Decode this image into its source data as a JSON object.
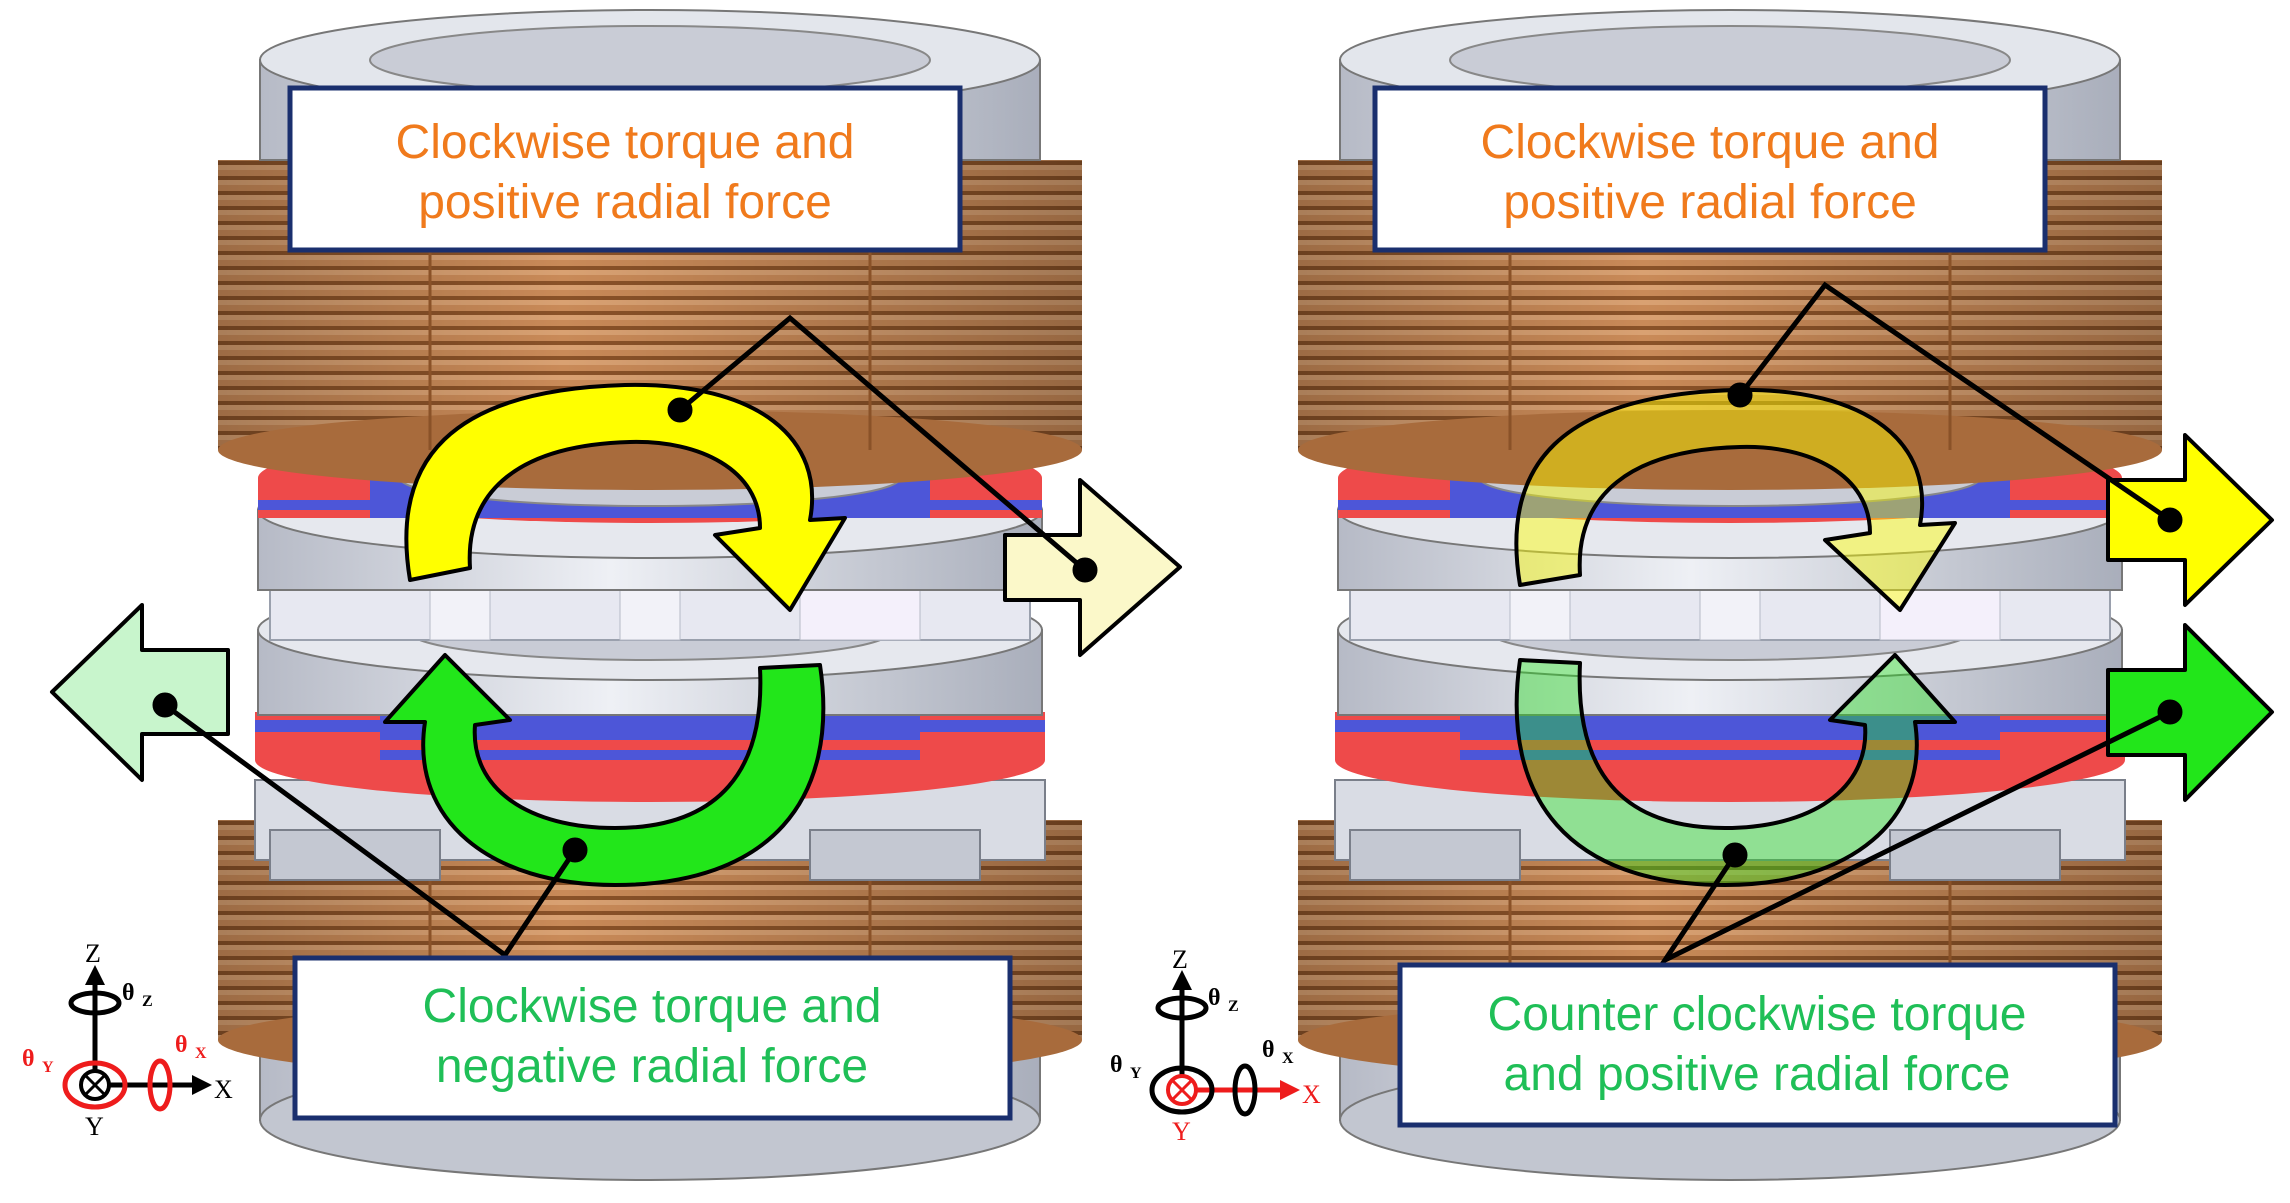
{
  "colors": {
    "coil": "#c98a58",
    "coil_dark": "#8a5228",
    "steel": "#d6d9e2",
    "steel_dark": "#9aa0ad",
    "magnet_red": "#ee4a4a",
    "magnet_blue": "#4d56d8",
    "orange_text": "#f07a1c",
    "green_text": "#1fbf57",
    "box_border": "#1a2f6e",
    "yellow": "#ffff00",
    "green": "#22e61a",
    "pale_yellow": "#fbf8c9",
    "pale_green": "#c8f5cc",
    "axis_red": "#ee1c1c"
  },
  "left_panel": {
    "top_box": {
      "line1": "Clockwise torque and",
      "line2": "positive radial force"
    },
    "bottom_box": {
      "line1": "Clockwise torque and",
      "line2": "negative radial force"
    },
    "axes": {
      "z": "Z",
      "theta_z": "θ",
      "theta_z_sub": "Z",
      "theta_y": "θ",
      "theta_y_sub": "Y",
      "theta_x": "θ",
      "theta_x_sub": "X",
      "x": "X",
      "y": "Y"
    }
  },
  "right_panel": {
    "top_box": {
      "line1": "Clockwise torque and",
      "line2": "positive radial force"
    },
    "bottom_box": {
      "line1": "Counter  clockwise torque",
      "line2": "and positive radial force"
    },
    "axes": {
      "z": "Z",
      "theta_z": "θ",
      "theta_z_sub": "Z",
      "theta_y": "θ",
      "theta_y_sub": "Y",
      "theta_x": "θ",
      "theta_x_sub": "X",
      "x": "X",
      "y": "Y"
    }
  }
}
